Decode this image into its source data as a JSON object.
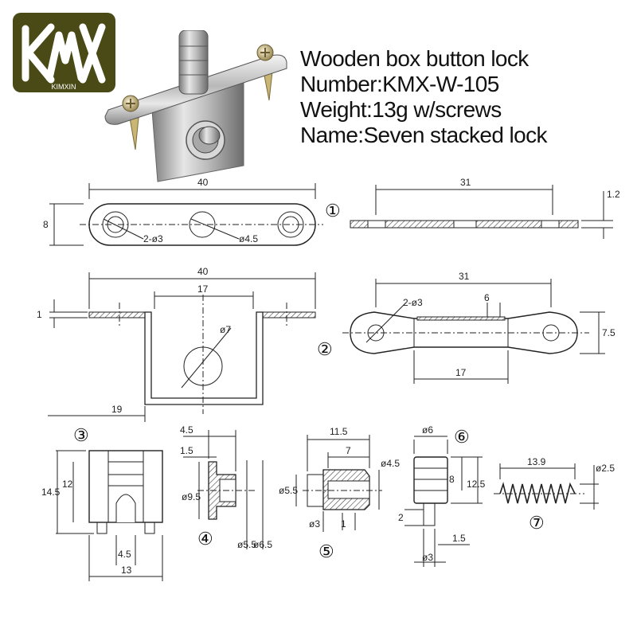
{
  "brand": {
    "logo_text": "KMX",
    "logo_subtext": "KIMXIN",
    "logo_bg": "#4a4a16",
    "logo_fg": "#ffffff"
  },
  "product": {
    "title": "Wooden box button lock",
    "number": "Number:KMX-W-105",
    "weight": "Weight:13g w/screws",
    "name": "Name:Seven stacked lock"
  },
  "part_numbers": [
    "①",
    "②",
    "③",
    "④",
    "⑤",
    "⑥",
    "⑦"
  ],
  "dims": {
    "p1_len": "40",
    "p1_h": "8",
    "p1_holes": "2-ø3",
    "p1_center": "ø4.5",
    "p1s_len": "31",
    "p1s_t": "1.2",
    "p2_len": "40",
    "p2_inner": "17",
    "p2_t": "1",
    "p2_hole": "ø7",
    "p2_depth": "19",
    "p2s_len": "31",
    "p2s_holes": "2-ø3",
    "p2s_slot": "6",
    "p2s_w": "7.5",
    "p2s_bot": "17",
    "p3_h": "14.5",
    "p3_inner": "12",
    "p3_gap": "4.5",
    "p3_w": "13",
    "p4_l1": "4.5",
    "p4_l2": "1.5",
    "p4_d1": "ø9.5",
    "p4_d2": "ø5.5",
    "p4_d3": "ø6.5",
    "p5_len": "11.5",
    "p5_in": "7",
    "p5_d1": "ø4.5",
    "p5_d2": "ø5.5",
    "p5_d3": "ø3",
    "p5_t": "1",
    "p6_d": "ø6",
    "p6_h1": "8",
    "p6_h2": "12.5",
    "p6_s": "2",
    "p6_p": "1.5",
    "p6_pd": "ø3",
    "p7_len": "13.9",
    "p7_d": "ø2.5"
  }
}
